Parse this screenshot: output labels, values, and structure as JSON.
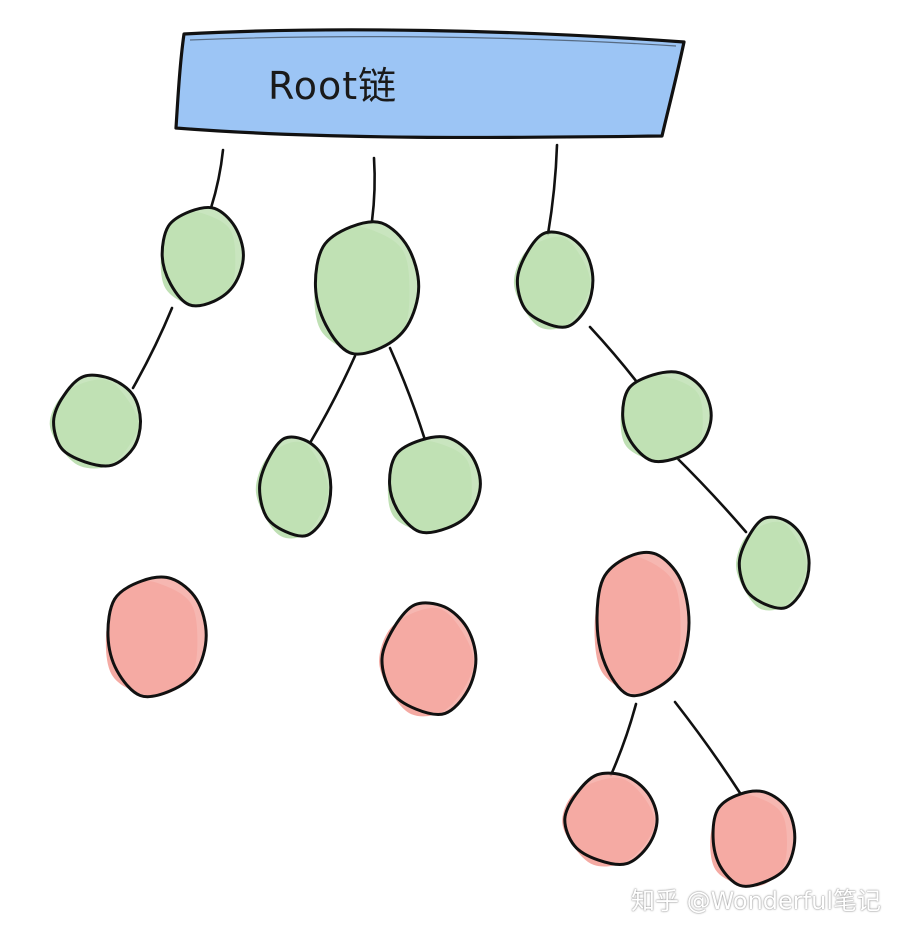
{
  "root": {
    "label": "Root链",
    "fill": "#9cc5f5"
  },
  "colors": {
    "reachable": "#bfe0b4",
    "unreachable": "#f4aaa3",
    "stroke": "#111111"
  },
  "nodes": [
    {
      "id": "a1",
      "status": "reachable"
    },
    {
      "id": "a2",
      "status": "reachable"
    },
    {
      "id": "b1",
      "status": "reachable"
    },
    {
      "id": "b2",
      "status": "reachable"
    },
    {
      "id": "b3",
      "status": "reachable"
    },
    {
      "id": "c1",
      "status": "reachable"
    },
    {
      "id": "c2",
      "status": "reachable"
    },
    {
      "id": "c3",
      "status": "reachable"
    },
    {
      "id": "r1",
      "status": "unreachable"
    },
    {
      "id": "r2",
      "status": "unreachable"
    },
    {
      "id": "r3",
      "status": "unreachable"
    },
    {
      "id": "r4",
      "status": "unreachable"
    },
    {
      "id": "r5",
      "status": "unreachable"
    }
  ],
  "edges": [
    [
      "root",
      "a1"
    ],
    [
      "a1",
      "a2"
    ],
    [
      "root",
      "b1"
    ],
    [
      "b1",
      "b2"
    ],
    [
      "b1",
      "b3"
    ],
    [
      "root",
      "c1"
    ],
    [
      "c1",
      "c2"
    ],
    [
      "c2",
      "c3"
    ],
    [
      "r3",
      "r4"
    ],
    [
      "r3",
      "r5"
    ]
  ],
  "watermark": "知乎 @Wonderful笔记"
}
